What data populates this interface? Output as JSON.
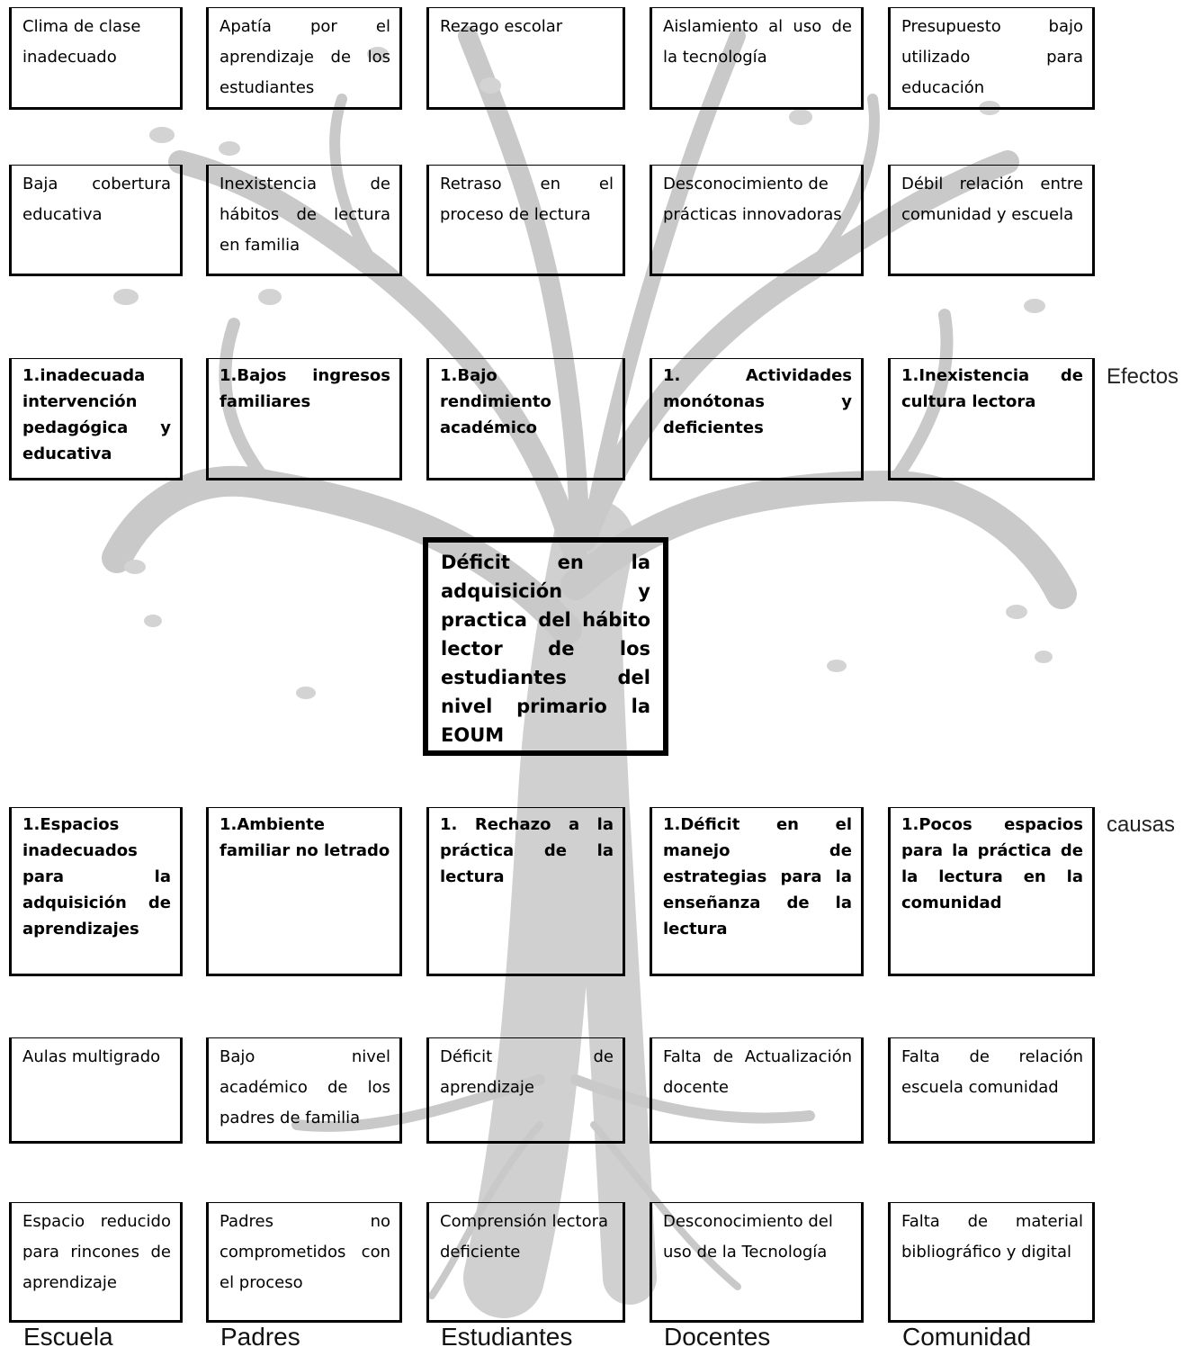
{
  "effects_row1": [
    "Clima de clase inadecuado",
    "Apatía por el aprendizaje de los estudiantes",
    "Rezago escolar",
    " Aislamiento al uso de la tecnología",
    "Presupuesto bajo utilizado para educación"
  ],
  "effects_row2": [
    "Baja cobertura educativa",
    "Inexistencia de hábitos de lectura en familia",
    "Retraso en el proceso de lectura",
    "Desconocimiento de prácticas innovadoras",
    "Débil relación entre comunidad y escuela"
  ],
  "effects_main": [
    "1.inadecuada intervención pedagógica y educativa",
    "1.Bajos ingresos familiares",
    "1.Bajo rendimiento académico",
    "1. Actividades monótonas y deficientes",
    "1.Inexistencia de cultura lectora"
  ],
  "central_problem": "Déficit en la adquisición y practica del hábito lector de los estudiantes del nivel primario la EOUM",
  "causes_main": [
    "1.Espacios inadecuados para la adquisición de aprendizajes",
    "1.Ambiente familiar no letrado",
    "1. Rechazo a la práctica de la lectura",
    "1.Déficit en el manejo de estrategias para la enseñanza de la lectura",
    "1.Pocos espacios para la práctica de la lectura en la comunidad"
  ],
  "causes_row2": [
    "Aulas multigrado",
    "Bajo nivel académico de los padres de familia",
    "Déficit de aprendizaje",
    "Falta de Actualización docente",
    "Falta de relación escuela comunidad"
  ],
  "causes_row3": [
    "Espacio reducido para rincones de aprendizaje",
    "Padres no comprometidos con el proceso",
    "Comprensión lectora deficiente",
    "Desconocimiento del uso de la Tecnología",
    "Falta de material bibliográfico y digital"
  ],
  "side_labels": {
    "effects": "Efectos",
    "causes": "causas"
  },
  "categories": [
    "Escuela",
    "Padres",
    "Estudiantes",
    "Docentes",
    "Comunidad"
  ]
}
